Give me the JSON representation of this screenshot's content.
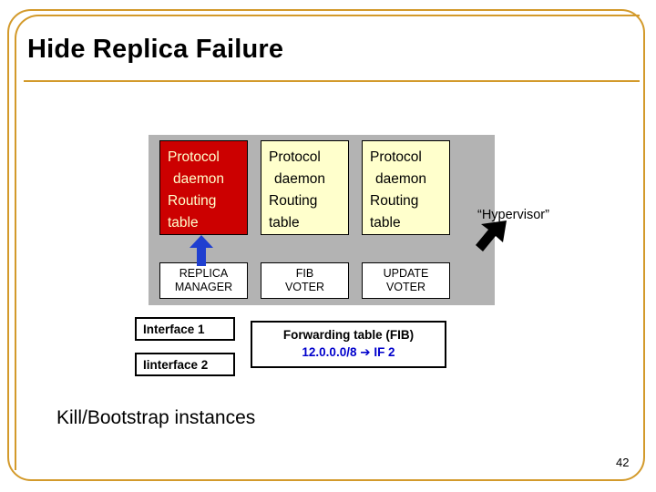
{
  "slide": {
    "title": "Hide Replica Failure",
    "caption": "Kill/Bootstrap instances",
    "page_number": "42",
    "hypervisor_label": "“Hypervisor”",
    "colors": {
      "frame": "#d39a2b",
      "failed_box": "#cc0000",
      "healthy_box": "#ffffcc",
      "grey_panel": "#b3b3b3",
      "route_text": "#0000cc"
    }
  },
  "diagram": {
    "daemons": [
      {
        "id": "daemon-1",
        "state": "failed",
        "lines": [
          "Protocol",
          "daemon",
          "Routing",
          "table"
        ]
      },
      {
        "id": "daemon-2",
        "state": "healthy",
        "lines": [
          "Protocol",
          "daemon",
          "Routing",
          "table"
        ]
      },
      {
        "id": "daemon-3",
        "state": "healthy",
        "lines": [
          "Protocol",
          "daemon",
          "Routing",
          "table"
        ]
      }
    ],
    "managers": [
      {
        "id": "replica-manager",
        "line1": "REPLICA",
        "line2": "MANAGER"
      },
      {
        "id": "fib-voter",
        "line1": "FIB",
        "line2": "VOTER"
      },
      {
        "id": "update-voter",
        "line1": "UPDATE",
        "line2": "VOTER"
      }
    ],
    "interfaces": [
      {
        "id": "interface-1",
        "label": "Interface 1"
      },
      {
        "id": "interface-2",
        "label": "Iinterface 2"
      }
    ],
    "forwarding_table": {
      "title": "Forwarding table (FIB)",
      "prefix": "12.0.0.0/8",
      "arrow": "➔",
      "target": "IF 2"
    }
  }
}
